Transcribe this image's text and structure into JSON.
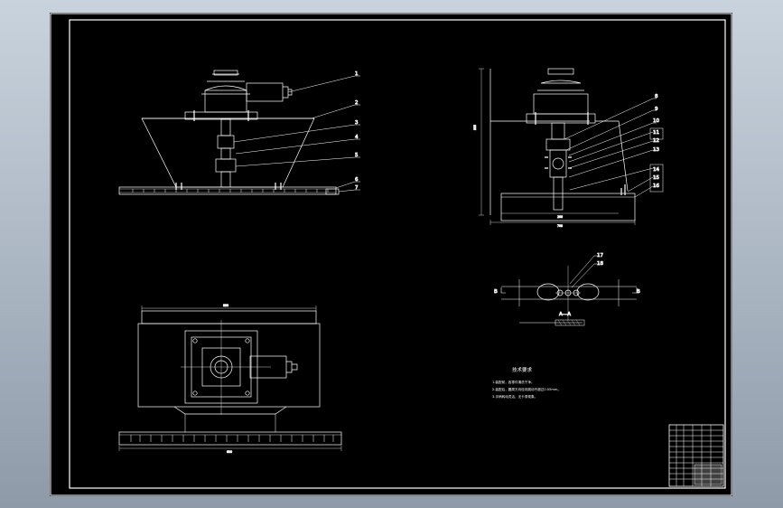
{
  "front_view": {
    "leaders": [
      "1",
      "2",
      "3",
      "4",
      "5",
      "6",
      "7"
    ]
  },
  "side_view": {
    "leaders": [
      "8",
      "9",
      "10",
      "11",
      "12",
      "13",
      "14",
      "15",
      "16"
    ],
    "height_dim": "335",
    "width_dim": "700",
    "base_dim": "200"
  },
  "section_view": {
    "title": "A—A",
    "left_mark": "B",
    "right_mark": "B",
    "leaders": [
      "17",
      "18"
    ]
  },
  "plan_view": {
    "top_dim": "880",
    "bottom_dim": "600"
  },
  "tech_notes": {
    "title": "技术要求",
    "items": [
      "1.装配前，各零件清洗干净。",
      "2.装配后，圆周方向径向跳动不超过0.05mm。",
      "3.手柄转动灵活，无卡滞现象。"
    ]
  },
  "colors": {
    "line": "#ffffff",
    "paper": "#000000",
    "background": "#aab5c2"
  }
}
